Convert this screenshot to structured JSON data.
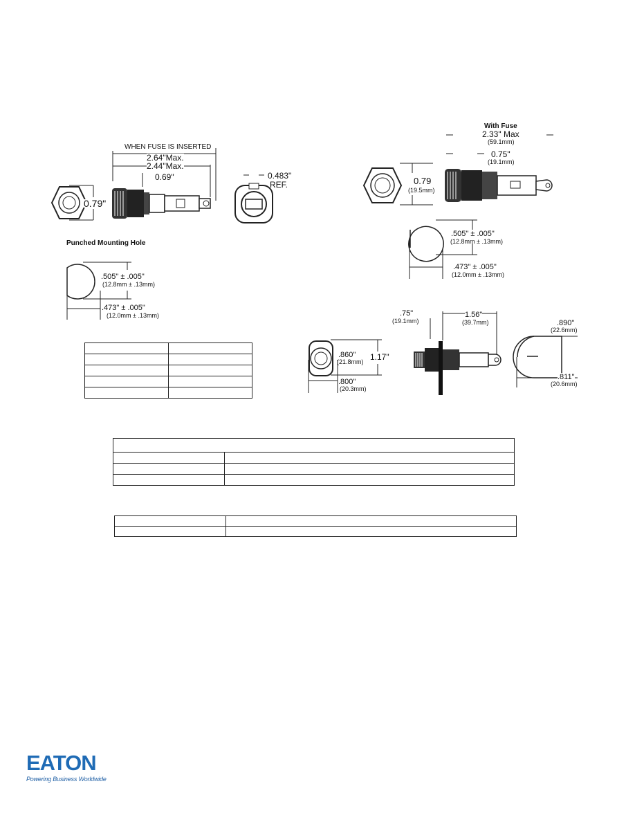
{
  "left_drawing": {
    "when_fuse": "WHEN FUSE IS INSERTED",
    "dim_264": "2.64\"Max.",
    "dim_244": "2.44\"Max.",
    "dim_069": "0.69\"",
    "dim_079": "0.79\"",
    "dim_0483": "0.483\"",
    "ref": "REF."
  },
  "punched_hole": {
    "title": "Punched Mounting Hole",
    "dim_505": ".505\" ± .005\"",
    "dim_505_mm": "(12.8mm ± .13mm)",
    "dim_473": ".473\" ± .005\"",
    "dim_473_mm": "(12.0mm ± .13mm)"
  },
  "right_drawing": {
    "with_fuse": "With Fuse",
    "dim_233": "2.33\" Max",
    "dim_233_mm": "(59.1mm)",
    "dim_075": "0.75\"",
    "dim_075_mm": "(19.1mm)",
    "dim_079": "0.79",
    "dim_079_mm": "(19.5mm)",
    "dim_505": ".505\" ± .005\"",
    "dim_505_mm": "(12.8mm ± .13mm)",
    "dim_473": ".473\" ± .005\"",
    "dim_473_mm": "(12.0mm ± .13mm)"
  },
  "bottom_drawing": {
    "dim_75": ".75\"",
    "dim_75_mm": "(19.1mm)",
    "dim_156": "1.56\"",
    "dim_156_mm": "(39.7mm)",
    "dim_860": ".860\"",
    "dim_860_mm": "(21.8mm)",
    "dim_117": "1.17\"",
    "dim_800": ".800\"",
    "dim_800_mm": "(20.3mm)",
    "dim_890": ".890\"",
    "dim_890_mm": "(22.6mm)",
    "dim_811": ".811\"",
    "dim_811_mm": "(20.6mm)"
  },
  "logo": {
    "brand": "EATON",
    "tagline": "Powering Business Worldwide",
    "color": "#1f6bb5"
  }
}
